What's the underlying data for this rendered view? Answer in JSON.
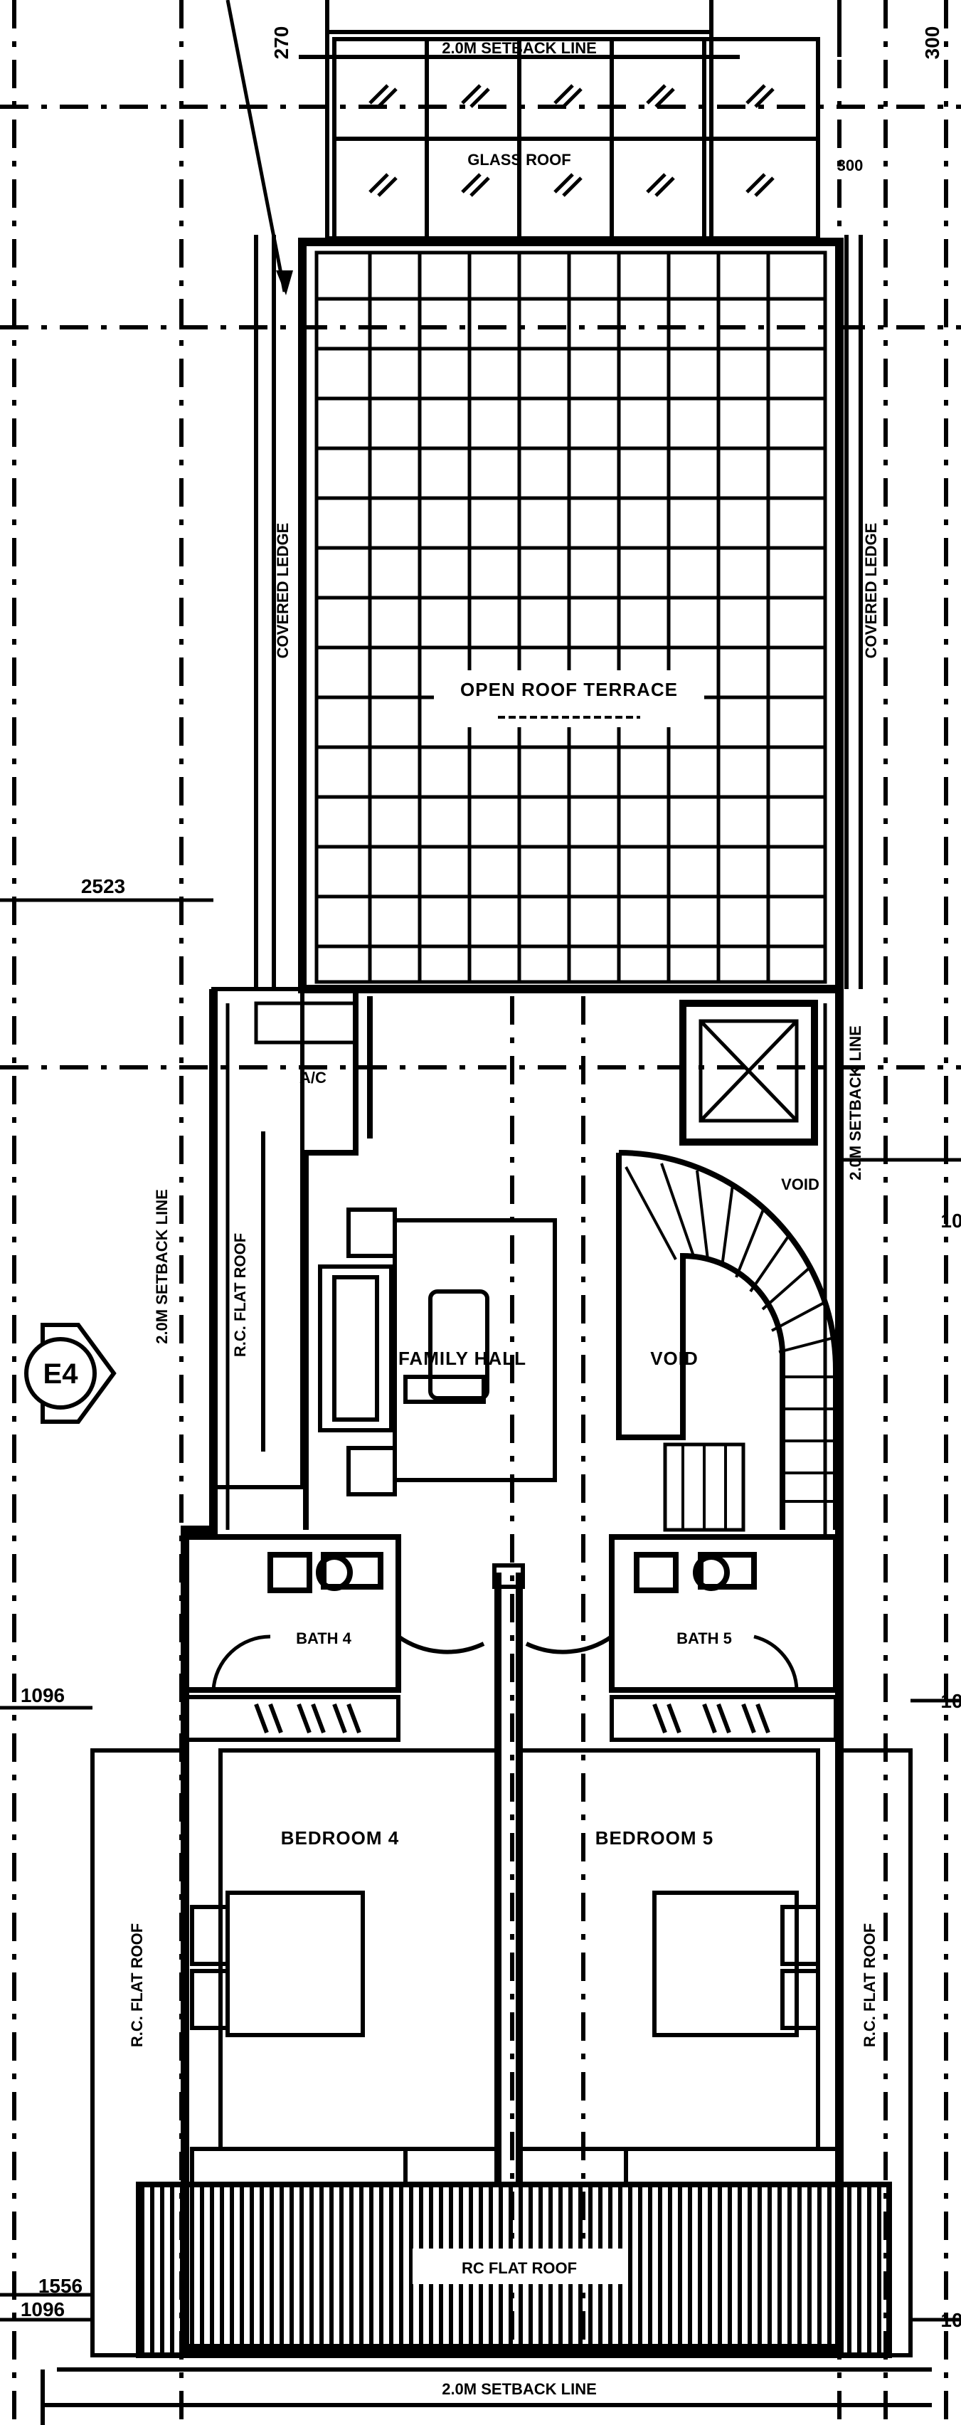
{
  "title": "",
  "dimensions": {
    "top_left": "270",
    "top_right": "300",
    "glass_right": "300",
    "left_upper": "2523",
    "left_lower_1": "1096",
    "left_lower_2": "1556",
    "left_lower_3": "1096",
    "right_upper": "10",
    "right_lower": "10",
    "right_bottom": "10"
  },
  "labels": {
    "setback_top": "2.0M SETBACK LINE",
    "glass_roof": "GLASS ROOF",
    "open_roof_terrace": "OPEN ROOF TERRACE",
    "ledge_left": "COVERED LEDGE",
    "ledge_right": "COVERED LEDGE",
    "ac": "A/C",
    "setback_left": "2.0M SETBACK LINE",
    "setback_right": "2.0M SETBACK LINE",
    "flat_roof_left_upper": "R.C. FLAT ROOF",
    "flat_roof_left_lower": "R.C. FLAT ROOF",
    "flat_roof_right_lower": "R.C. FLAT ROOF",
    "family_hall": "FAMILY HALL",
    "void_center": "VOID",
    "void_top": "VOID",
    "bath_left": "BATH 4",
    "bath_right": "BATH 5",
    "bedroom_left": "BEDROOM 4",
    "bedroom_right": "BEDROOM 5",
    "bottom_roof": "RC FLAT ROOF",
    "setback_bottom": "2.0M SETBACK LINE",
    "section_marker": "E4"
  },
  "colors": {
    "ink": "#000000",
    "paper": "#ffffff"
  }
}
